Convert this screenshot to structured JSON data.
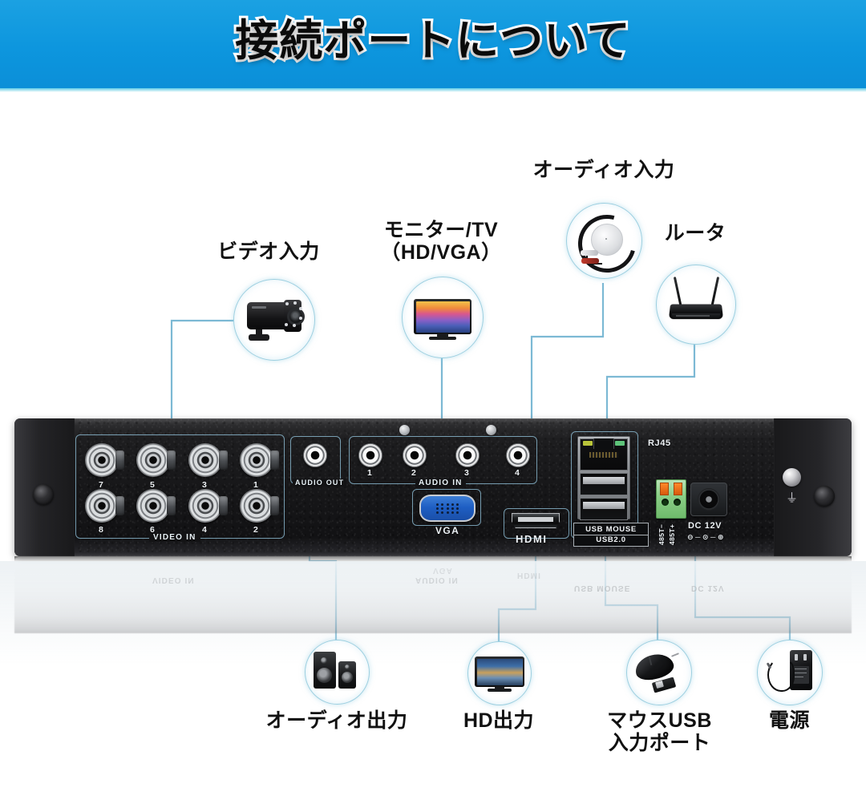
{
  "banner": {
    "title": "接続ポートについて",
    "bg_color": "#0d96de",
    "title_color": "#0a0a0a",
    "title_outline_color": "#ffffff"
  },
  "callouts": {
    "top": [
      {
        "id": "video-in",
        "label": "ビデオ入力",
        "icon": "cctv-camera-icon"
      },
      {
        "id": "monitor-tv",
        "label": "モニター/TV\n（HD/VGA）",
        "icon": "monitor-icon"
      },
      {
        "id": "audio-in",
        "label": "オーディオ入力",
        "icon": "microphone-icon"
      },
      {
        "id": "router",
        "label": "ルータ",
        "icon": "router-icon"
      }
    ],
    "bottom": [
      {
        "id": "audio-out",
        "label": "オーディオ出力",
        "icon": "speakers-icon"
      },
      {
        "id": "hd-out",
        "label": "HD出力",
        "icon": "tv-icon"
      },
      {
        "id": "mouse-usb",
        "label": "マウスUSB\n入力ポート",
        "icon": "mouse-usb-icon"
      },
      {
        "id": "power",
        "label": "電源",
        "icon": "power-adapter-icon"
      }
    ]
  },
  "device": {
    "type": "dvr-rear-panel",
    "video_in": {
      "caption": "VIDEO IN",
      "top_row": [
        "7",
        "5",
        "3",
        "1"
      ],
      "bottom_row": [
        "8",
        "6",
        "4",
        "2"
      ]
    },
    "audio_out": {
      "caption": "AUDIO OUT"
    },
    "audio_in": {
      "caption": "AUDIO IN",
      "ports": [
        "1",
        "2",
        "3",
        "4"
      ]
    },
    "vga": {
      "label": "VGA"
    },
    "hdmi": {
      "label": "HDMI"
    },
    "rj45": {
      "label": "RJ45"
    },
    "usb": {
      "label_top": "USB MOUSE",
      "label_bottom": "USB2.0"
    },
    "rs485": {
      "label_minus": "485T−",
      "label_plus": "485T+"
    },
    "dc_power": {
      "label": "DC 12V",
      "polarity": "⊖ ─ ⊙ ─ ⊕"
    },
    "ground": {
      "symbol": "⏚"
    }
  },
  "line_color": "#7cb9d4"
}
